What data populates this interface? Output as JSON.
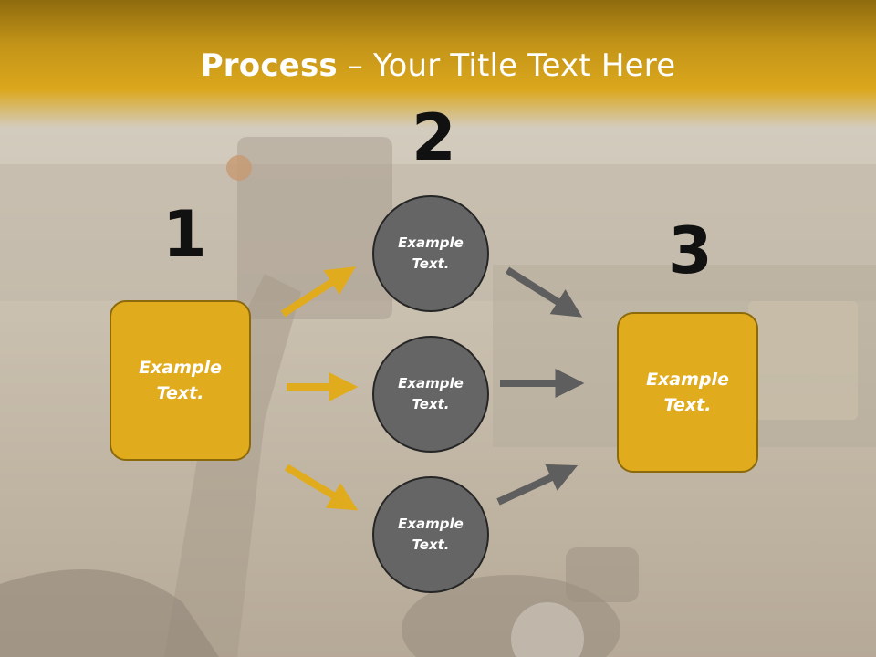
{
  "slide": {
    "title_bold": "Process",
    "title_rest": " – Your Title Text Here"
  },
  "steps": {
    "one": {
      "number": "1"
    },
    "two": {
      "number": "2"
    },
    "three": {
      "number": "3"
    }
  },
  "left_box": {
    "line1": "Example",
    "line2": "Text."
  },
  "right_box": {
    "line1": "Example",
    "line2": "Text."
  },
  "circles": [
    {
      "line1": "Example",
      "line2": "Text."
    },
    {
      "line1": "Example",
      "line2": "Text."
    },
    {
      "line1": "Example",
      "line2": "Text."
    }
  ],
  "colors": {
    "header": "#dba71c",
    "box_fill": "#e1ab1e",
    "circle_fill": "#656565",
    "arrow_yellow": "#e1ab1e",
    "arrow_gray": "#5e5e5e"
  }
}
